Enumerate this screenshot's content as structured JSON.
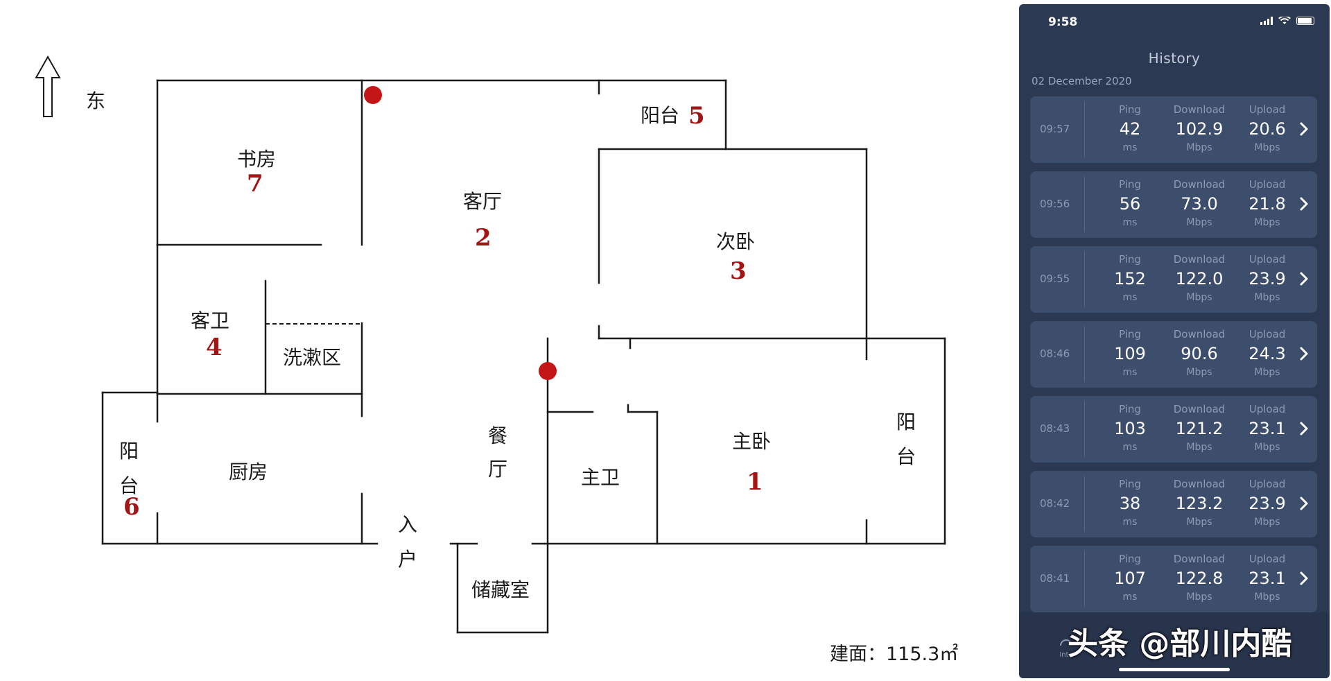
{
  "floorplan": {
    "north_label": "东",
    "rooms": [
      {
        "name": "书房",
        "num": "7"
      },
      {
        "name": "客厅",
        "num": "2"
      },
      {
        "name": "阳台",
        "num": "5"
      },
      {
        "name": "次卧",
        "num": "3"
      },
      {
        "name": "客卫",
        "num": "4"
      },
      {
        "name": "洗漱区",
        "num": ""
      },
      {
        "name": "厨房",
        "num": ""
      },
      {
        "name_line1": "阳",
        "name_line2": "台",
        "num": "6"
      },
      {
        "name_line1": "餐",
        "name_line2": "厅",
        "num": ""
      },
      {
        "name": "主卫",
        "num": ""
      },
      {
        "name": "主卧",
        "num": "1"
      },
      {
        "name_line1": "阳",
        "name_line2": "台",
        "num": ""
      },
      {
        "name_line1": "入",
        "name_line2": "户",
        "num": ""
      },
      {
        "name": "储藏室",
        "num": ""
      }
    ],
    "area_label": "建面：115.3㎡",
    "marker_color": "#c41616"
  },
  "phone": {
    "status_time": "9:58",
    "title": "History",
    "date": "02 December 2020",
    "labels": {
      "ping": "Ping",
      "download": "Download",
      "upload": "Upload",
      "ping_unit": "ms",
      "speed_unit": "Mbps"
    },
    "history": [
      {
        "time": "09:57",
        "ping": "42",
        "download": "102.9",
        "upload": "20.6"
      },
      {
        "time": "09:56",
        "ping": "56",
        "download": "73.0",
        "upload": "21.8"
      },
      {
        "time": "09:55",
        "ping": "152",
        "download": "122.0",
        "upload": "23.9"
      },
      {
        "time": "08:46",
        "ping": "109",
        "download": "90.6",
        "upload": "24.3"
      },
      {
        "time": "08:43",
        "ping": "103",
        "download": "121.2",
        "upload": "23.1"
      },
      {
        "time": "08:42",
        "ping": "38",
        "download": "123.2",
        "upload": "23.9"
      },
      {
        "time": "08:41",
        "ping": "107",
        "download": "122.8",
        "upload": "23.1"
      }
    ],
    "tab_first_label": "Inte",
    "watermark": "头条 @部川内酷",
    "colors": {
      "background": "#2b3952",
      "card": "#3d4e6d",
      "text": "#ffffff"
    }
  }
}
